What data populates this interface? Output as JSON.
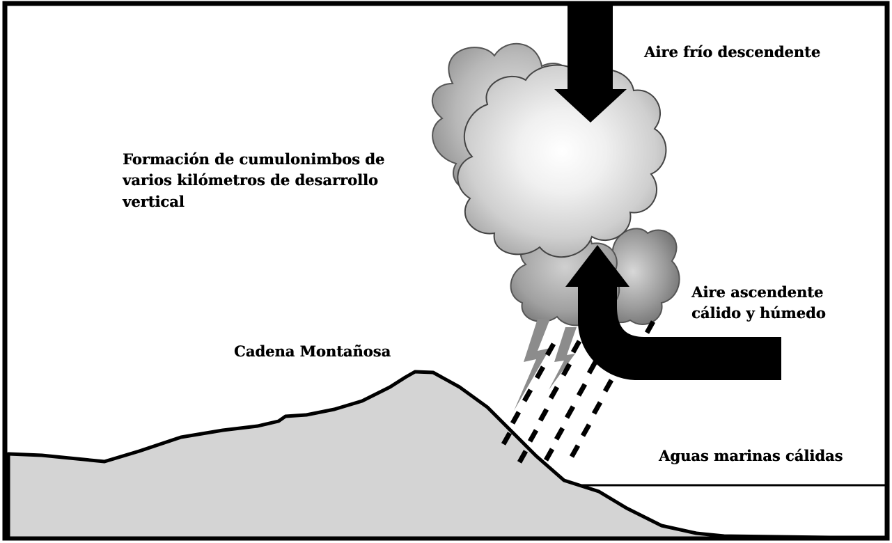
{
  "labels": {
    "cold_air": "Aire frío descendente",
    "cumulonimbus": [
      "Formación de cumulonimbos de",
      "varios kilómetros de desarrollo",
      "vertical"
    ],
    "warm_air": [
      "Aire ascendente",
      "cálido y húmedo"
    ],
    "mountain": "Cadena Montañosa",
    "sea": "Aguas marinas cálidas"
  },
  "colors": {
    "ink": "#000000",
    "mountain_fill": "#d4d4d4",
    "cloud_light": "#f4f4f4",
    "cloud_dark": "#7a7a7a",
    "lightning": "#8c8c8c",
    "background": "#ffffff"
  }
}
